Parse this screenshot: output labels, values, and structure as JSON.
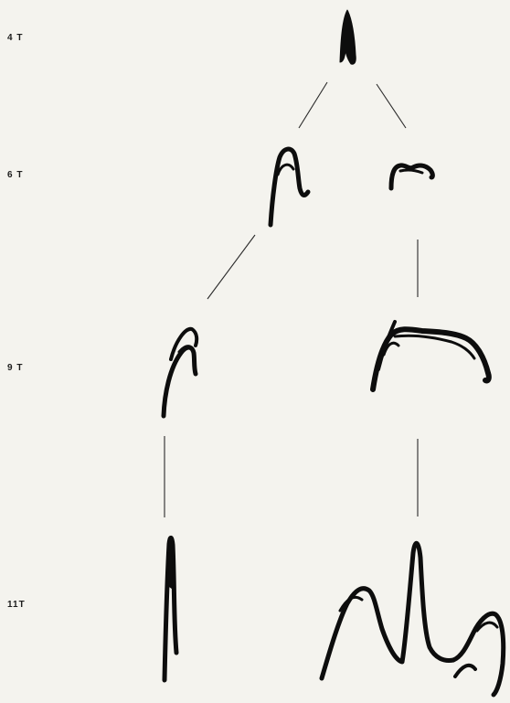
{
  "labels": {
    "row_4t": "4 T",
    "row_6t": "6 T",
    "row_9t": "9 T",
    "row_11t": "11T"
  },
  "colors": {
    "background": "#f4f3ee",
    "ink": "#0d0d0d",
    "connector": "#2a2a2a"
  }
}
